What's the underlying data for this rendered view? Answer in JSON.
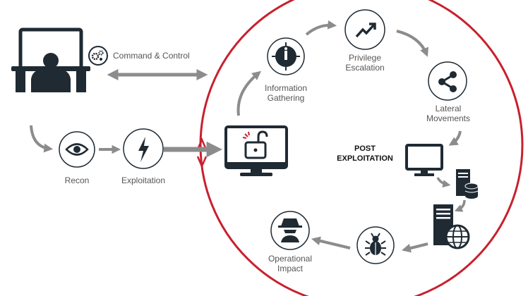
{
  "labels": {
    "command_control": "Command & Control",
    "recon": "Recon",
    "exploitation": "Exploitation",
    "information_gathering": "Information\nGathering",
    "privilege_escalation": "Privilege\nEscalation",
    "lateral_movements": "Lateral\nMovements",
    "post_exploitation": "POST\nEXPLOITATION",
    "operational_impact": "Operational\nImpact"
  },
  "colors": {
    "accent_red": "#c8202e",
    "icon_dark": "#1f2a33",
    "arrow_gray": "#8c8c8c",
    "text_gray": "#555555"
  },
  "icons": [
    "user-at-computer-icon",
    "gears-icon",
    "eye-icon",
    "lightning-icon",
    "unlocked-computer-icon",
    "compass-icon",
    "trend-up-icon",
    "share-icon",
    "monitor-icon",
    "database-server-icon",
    "web-server-icon",
    "bug-icon",
    "spy-icon"
  ]
}
